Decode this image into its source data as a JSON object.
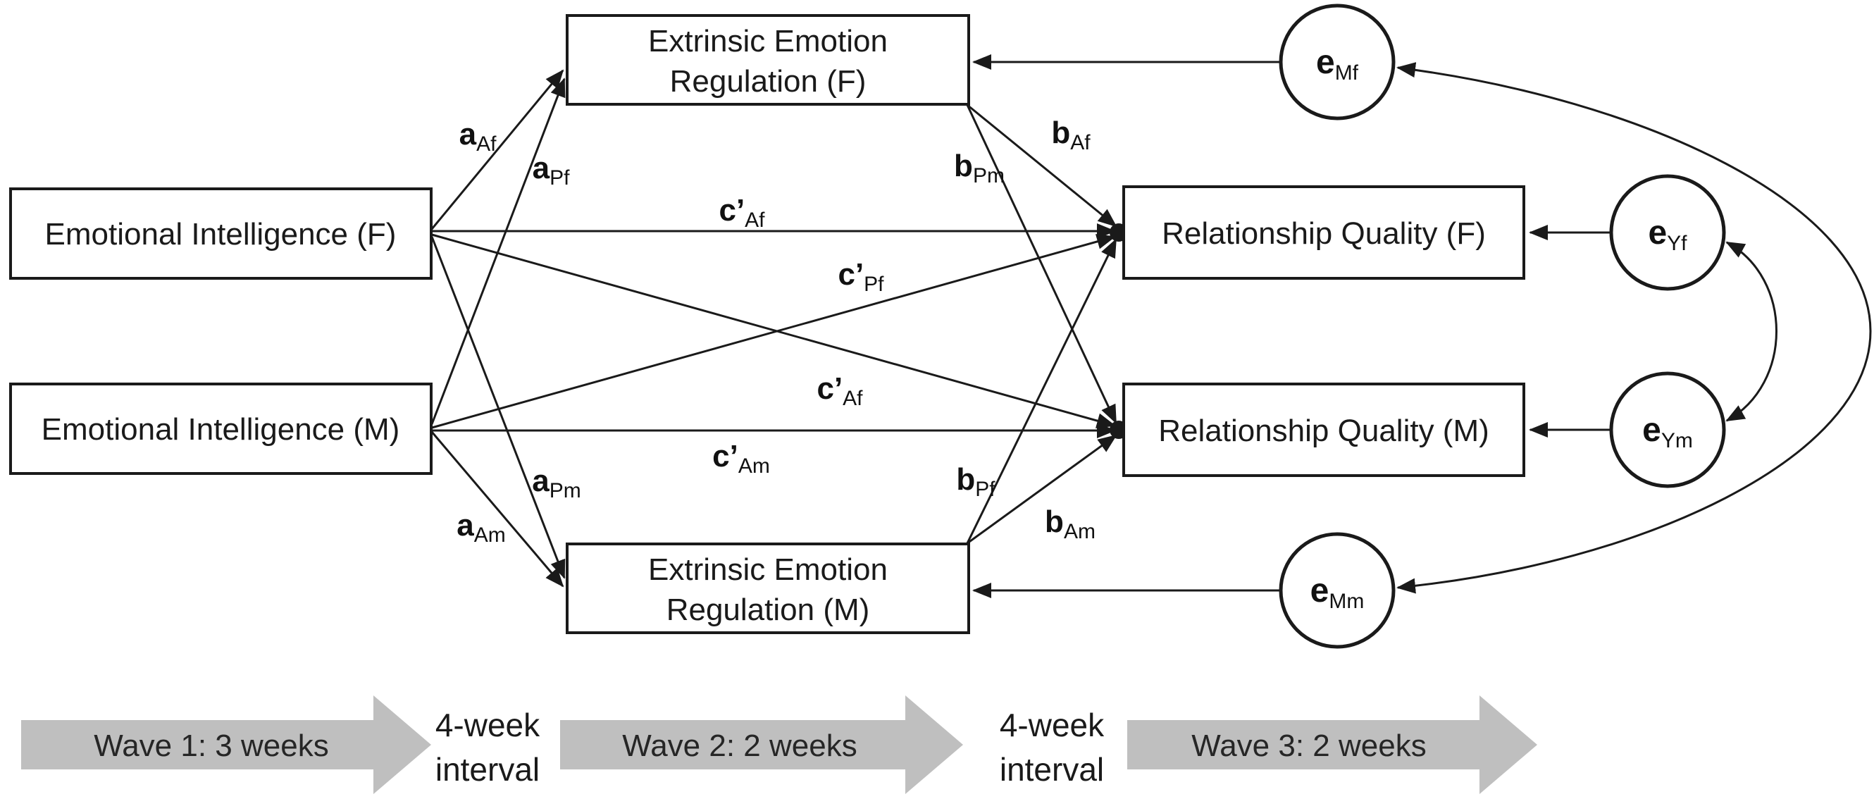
{
  "diagram": {
    "boxes": {
      "ei_f": "Emotional Intelligence (F)",
      "ei_m": "Emotional Intelligence (M)",
      "eer_f_line1": "Extrinsic Emotion",
      "eer_f_line2": "Regulation (F)",
      "eer_m_line1": "Extrinsic Emotion",
      "eer_m_line2": "Regulation (M)",
      "rq_f": "Relationship Quality (F)",
      "rq_m": "Relationship Quality (M)"
    },
    "errors": {
      "e_mf": {
        "base": "e",
        "sub": "Mf"
      },
      "e_yf": {
        "base": "e",
        "sub": "Yf"
      },
      "e_ym": {
        "base": "e",
        "sub": "Ym"
      },
      "e_mm": {
        "base": "e",
        "sub": "Mm"
      }
    },
    "path_labels": {
      "a_af": {
        "base": "a",
        "sub": "Af"
      },
      "a_pf": {
        "base": "a",
        "sub": "Pf"
      },
      "a_pm": {
        "base": "a",
        "sub": "Pm"
      },
      "a_am": {
        "base": "a",
        "sub": "Am"
      },
      "b_af": {
        "base": "b",
        "sub": "Af"
      },
      "b_pm": {
        "base": "b",
        "sub": "Pm"
      },
      "b_pf": {
        "base": "b",
        "sub": "Pf"
      },
      "b_am": {
        "base": "b",
        "sub": "Am"
      },
      "c_af_top": {
        "base": "c’",
        "sub": "Af"
      },
      "c_pf": {
        "base": "c’",
        "sub": "Pf"
      },
      "c_af_dup": {
        "base": "c’",
        "sub": "Af"
      },
      "c_am": {
        "base": "c’",
        "sub": "Am"
      }
    }
  },
  "timeline": {
    "wave1": "Wave 1: 3 weeks",
    "interval1_line1": "4-week",
    "interval1_line2": "interval",
    "wave2": "Wave 2: 2 weeks",
    "interval2_line1": "4-week",
    "interval2_line2": "interval",
    "wave3": "Wave 3: 2 weeks"
  },
  "colors": {
    "line_black": "#1a1a1a",
    "arrow_gray": "#bfbfbf",
    "background": "#ffffff"
  }
}
